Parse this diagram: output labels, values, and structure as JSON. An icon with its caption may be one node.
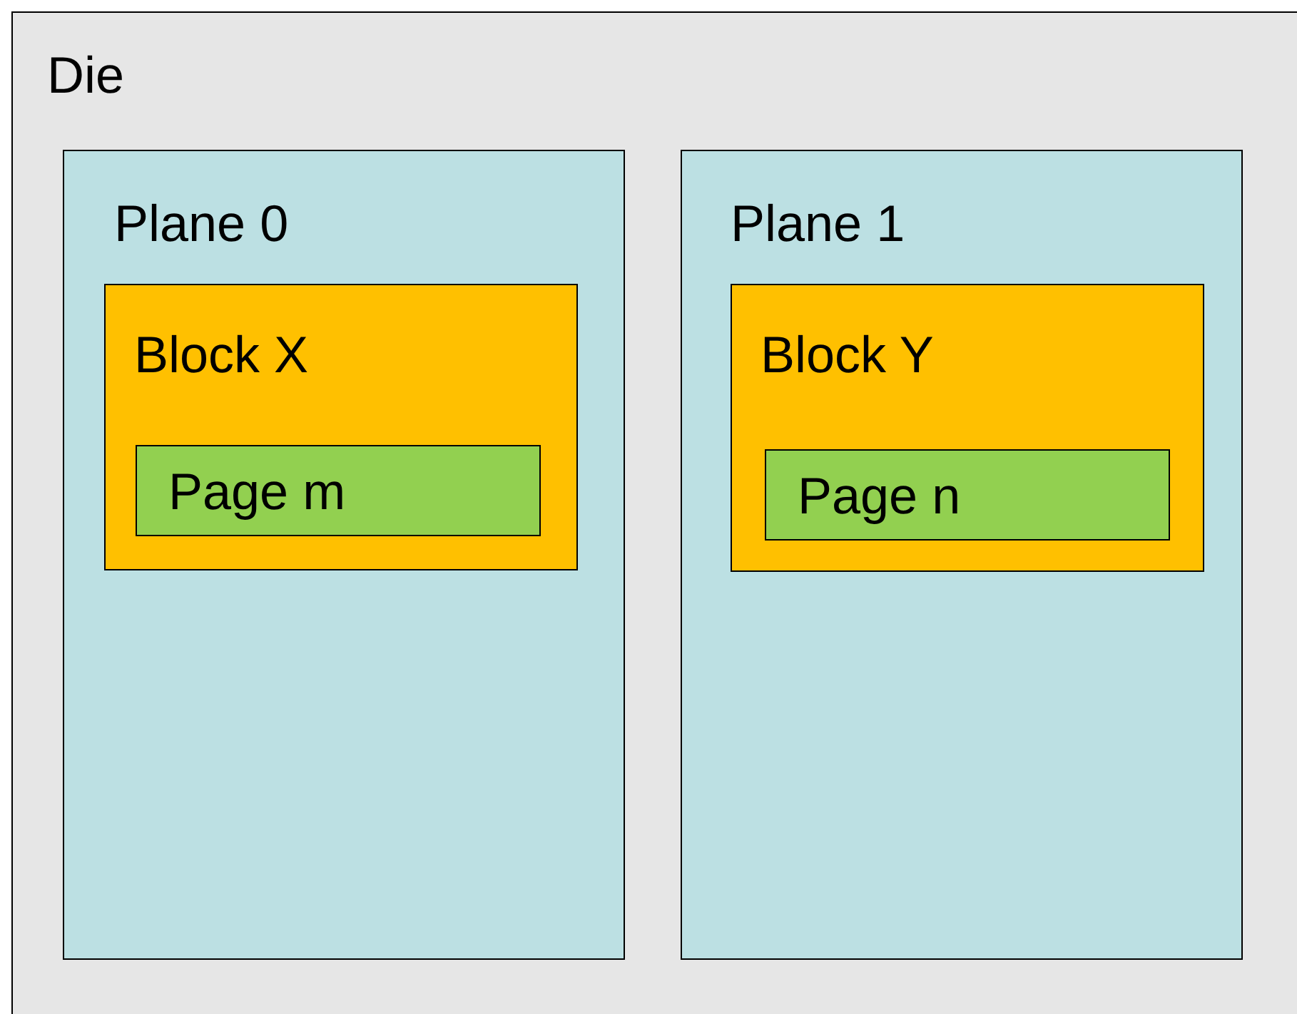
{
  "diagram": {
    "nodes": [
      {
        "text": [
          "Die"
        ]
      },
      {
        "text": [
          "Plane 0"
        ],
        "in": 0
      },
      {
        "text": [
          "Block X"
        ],
        "in": 1
      },
      {
        "text": [
          "Page m"
        ],
        "in": 2
      },
      {
        "text": [
          "Plane 1"
        ],
        "in": 0
      },
      {
        "text": [
          "Block Y"
        ],
        "in": 4
      },
      {
        "text": [
          "Page n"
        ],
        "in": 5
      }
    ]
  }
}
